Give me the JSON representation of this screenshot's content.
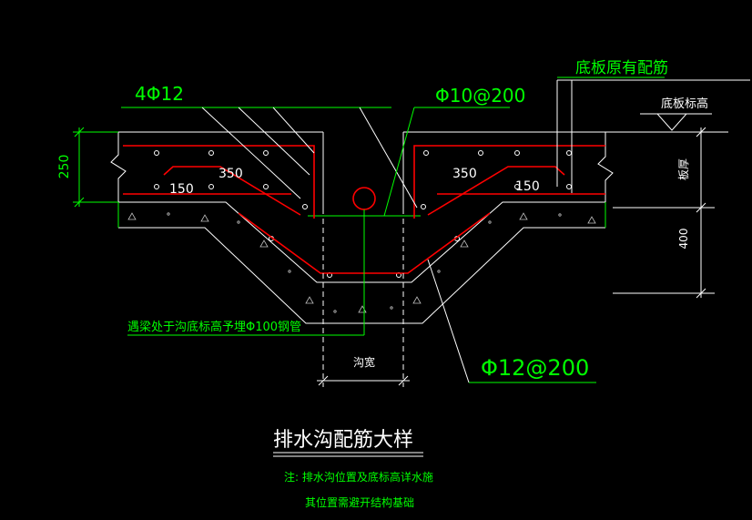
{
  "drawing": {
    "title": "排水沟配筋大样",
    "notes": [
      "注: 排水沟位置及底标高详水施",
      "其位置需避开结构基础"
    ],
    "labels": {
      "top_bars": "4Φ12",
      "stirrup_bars": "Φ10@200",
      "existing_slab_bars": "底板原有配筋",
      "slab_elevation": "底板标高",
      "pipe_note": "遇梁处于沟底标高予埋Φ100钢管",
      "ditch_width": "沟宽",
      "bottom_bars": "Φ12@200"
    },
    "dimensions": {
      "slab_thickness_left": "250",
      "left_hook_straight": "150",
      "left_hook_bent": "350",
      "right_hook_bent": "350",
      "right_hook_straight": "150",
      "right_upper": "板厚",
      "right_lower": "400"
    }
  },
  "colors": {
    "background": "#000000",
    "annotation": "#00ff00",
    "outline": "#ffffff",
    "rebar": "#ff0000"
  }
}
